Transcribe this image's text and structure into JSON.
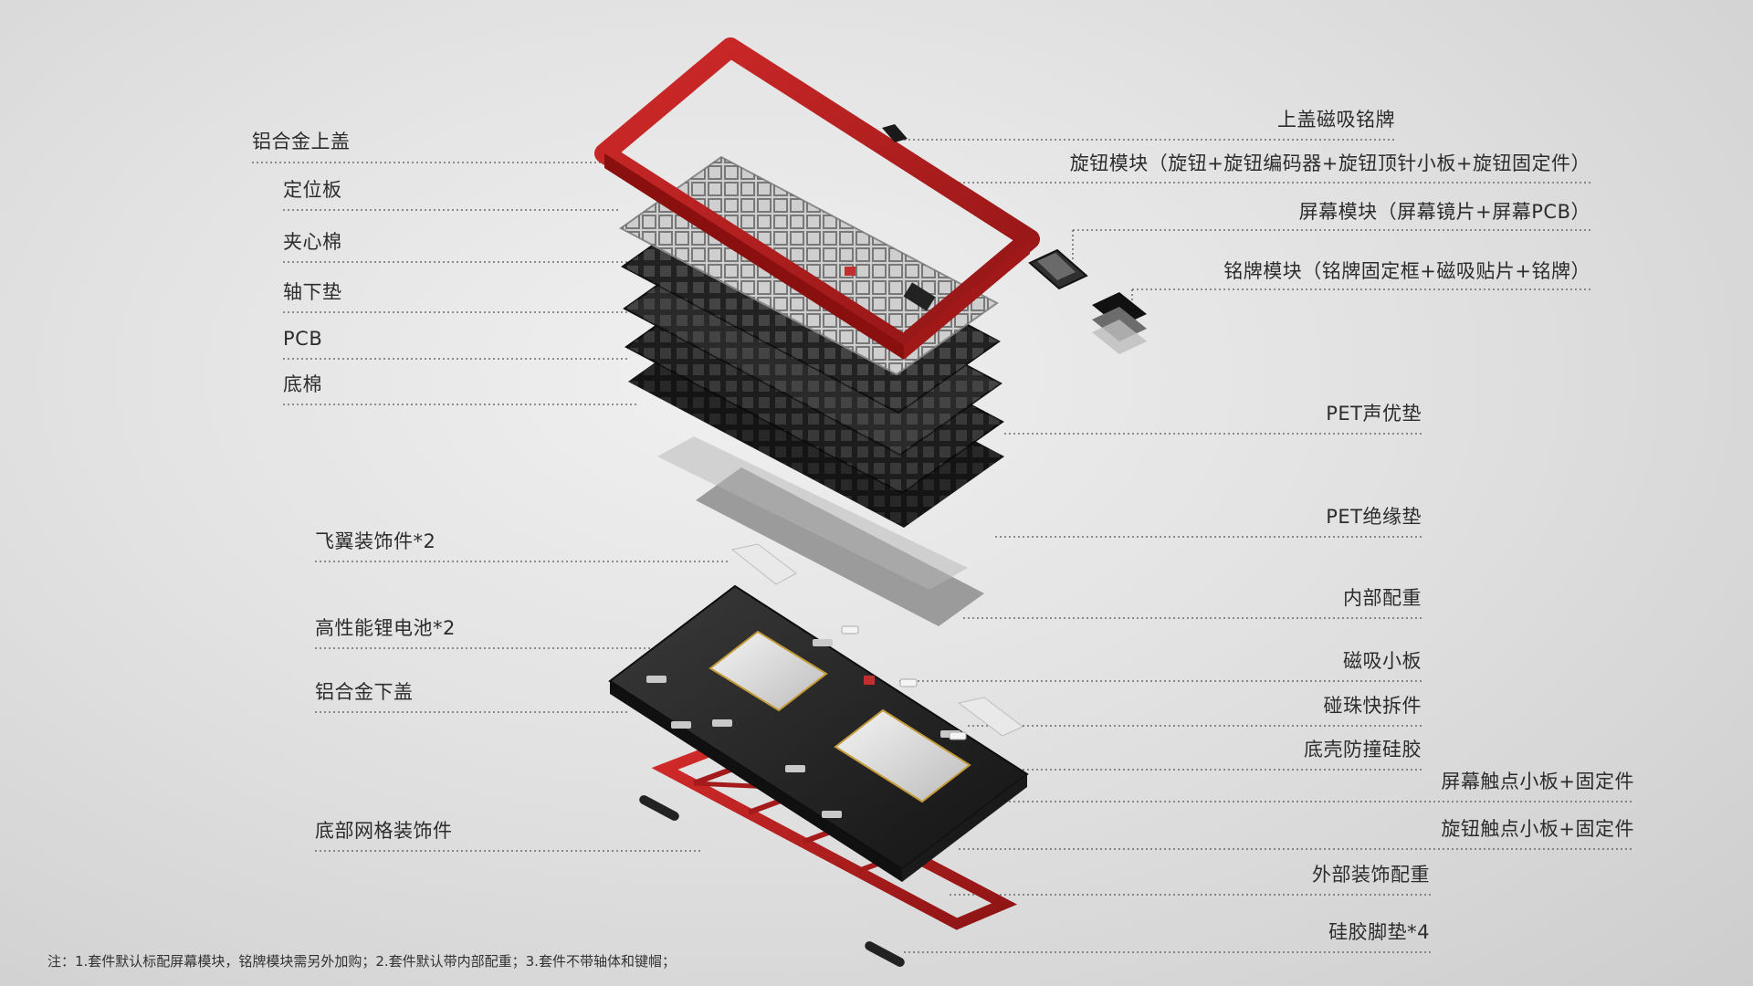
{
  "labels_left": [
    "铝合金上盖",
    "定位板",
    "夹心棉",
    "轴下垫",
    "PCB",
    "底棉",
    "飞翼装饰件*2",
    "高性能锂电池*2",
    "铝合金下盖",
    "底部网格装饰件"
  ],
  "labels_right": [
    "上盖磁吸铭牌",
    "旋钮模块（旋钮+旋钮编码器+旋钮顶针小板+旋钮固定件）",
    "屏幕模块（屏幕镜片+屏幕PCB）",
    "铭牌模块（铭牌固定框+磁吸贴片+铭牌）",
    "PET声优垫",
    "PET绝缘垫",
    "内部配重",
    "磁吸小板",
    "碰珠快拆件",
    "底壳防撞硅胶",
    "屏幕触点小板+固定件",
    "旋钮触点小板+固定件",
    "外部装饰配重",
    "硅胶脚垫*4"
  ],
  "footnote": "注：1.套件默认标配屏幕模块，铭牌模块需另外加购；2.套件默认带内部配重；3.套件不带轴体和键帽；",
  "colors": {
    "background": "#dcdcdc",
    "accent_red": "#b01e1e",
    "dark_layer": "#1e1e1e",
    "leader_line": "#555555"
  }
}
